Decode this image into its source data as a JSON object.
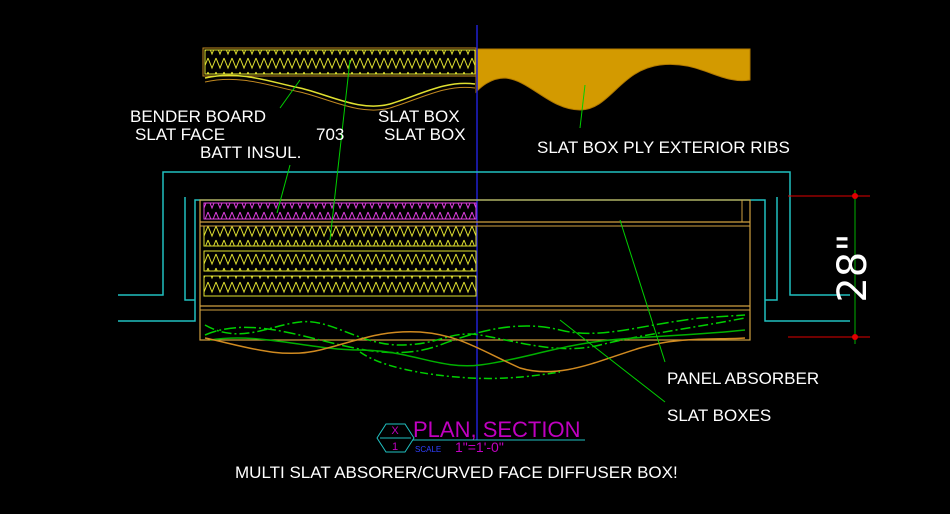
{
  "labels": {
    "bender_board": "BENDER BOARD",
    "slat_face": "SLAT FACE",
    "code_703": "703",
    "batt_insul": "BATT INSUL.",
    "slat_box_1": "SLAT BOX",
    "slat_box_2": "SLAT BOX",
    "ply_ribs": "SLAT BOX PLY EXTERIOR RIBS",
    "panel_absorber": "PANEL ABSORBER",
    "slat_boxes": "SLAT BOXES"
  },
  "dimension": "28\"",
  "title_block": {
    "title": "PLAN, SECTION",
    "scale_label": "SCALE",
    "scale": "1\"=1'-0\"",
    "tag_top": "X",
    "tag_bottom": "1"
  },
  "caption": "MULTI SLAT ABSORER/CURVED FACE DIFFUSER BOX!",
  "colors": {
    "background": "#000000",
    "insulation": "#e0e030",
    "pink_batt": "#e040e0",
    "ply_fill": "#d39a00",
    "leader": "#00d000",
    "wall": "#20c0c0",
    "center_line": "#2020d0",
    "dimension": "#e00000",
    "slat": "#d08a20"
  }
}
